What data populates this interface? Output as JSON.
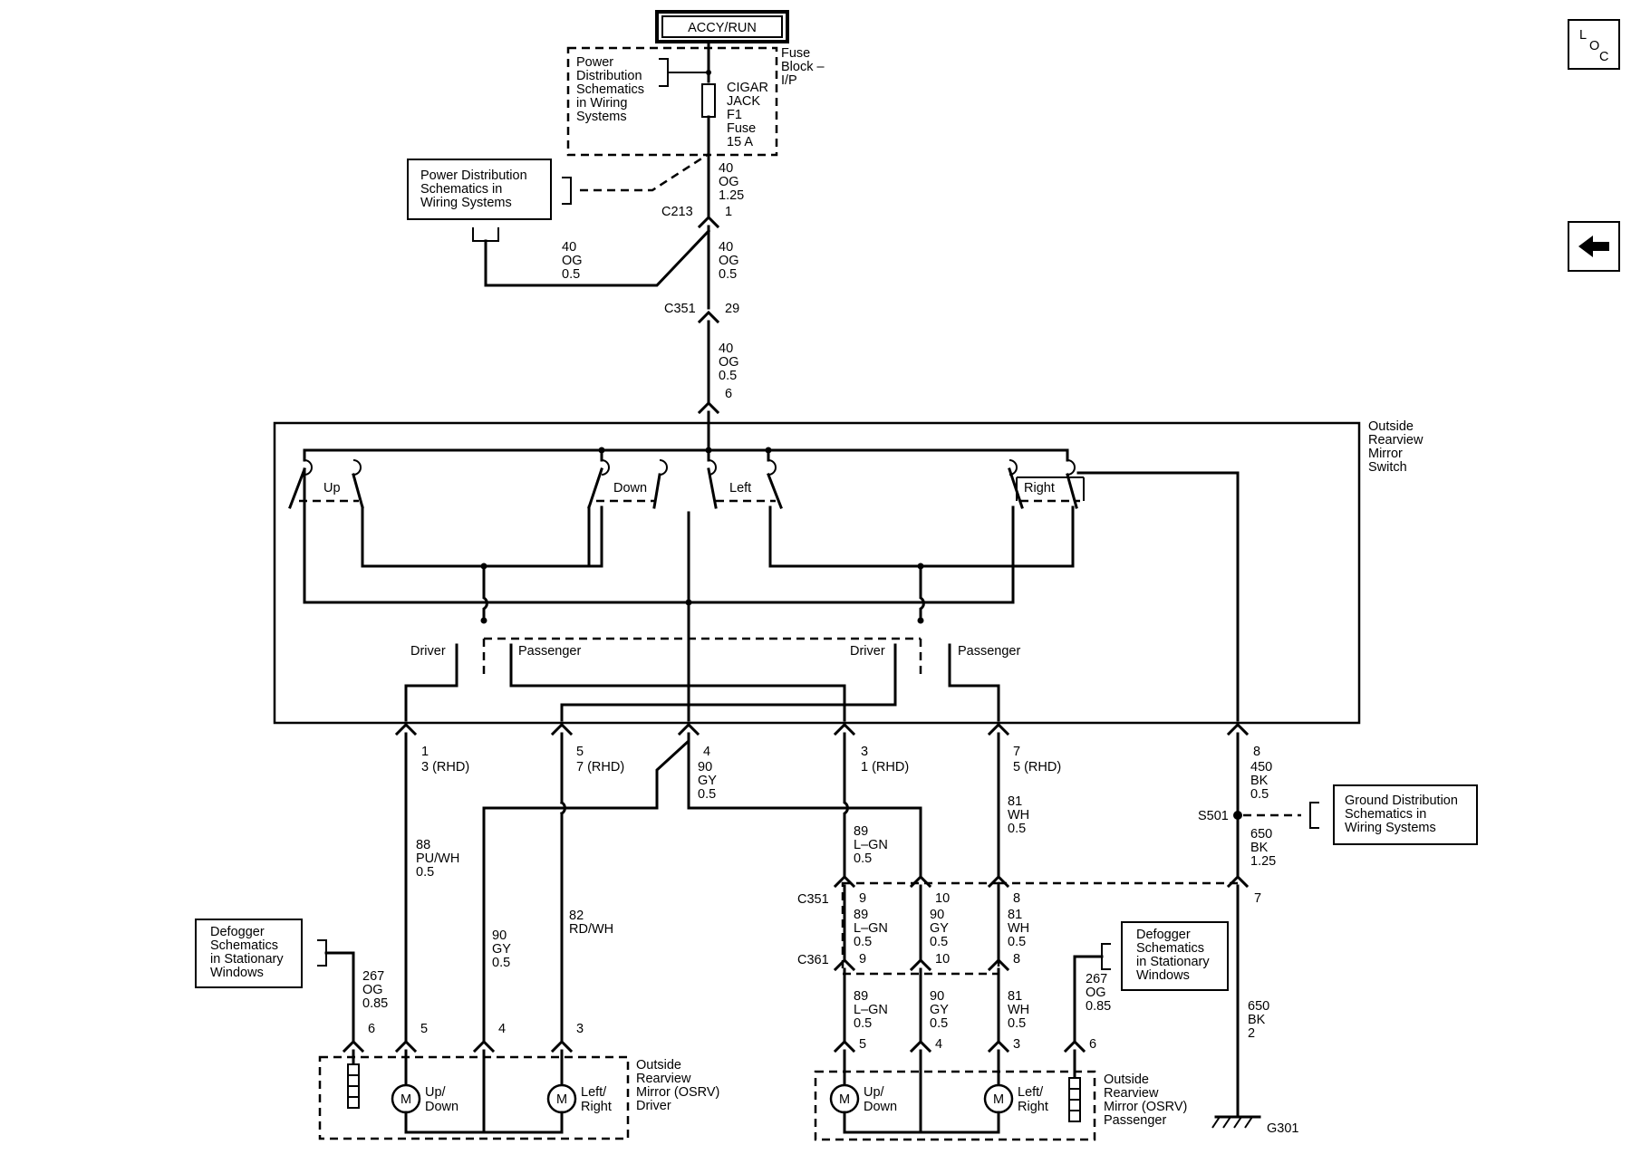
{
  "header": {
    "power_mode": "ACCY/RUN"
  },
  "nav": {
    "loc_letters": [
      "L",
      "O",
      "C"
    ],
    "back_icon": "left-arrow-icon"
  },
  "fuse": {
    "block": [
      "Fuse",
      "Block –",
      "I/P"
    ],
    "label": [
      "CIGAR",
      "JACK",
      "F1",
      "Fuse",
      "15 A"
    ],
    "ref": [
      "Power",
      "Distribution",
      "Schematics",
      "in Wiring",
      "Systems"
    ]
  },
  "refs": {
    "power": [
      "Power Distribution",
      "Schematics in",
      "Wiring Systems"
    ],
    "ground": [
      "Ground Distribution",
      "Schematics in",
      "Wiring Systems"
    ],
    "defogger_left": [
      "Defogger",
      "Schematics",
      "in Stationary",
      "Windows"
    ],
    "defogger_right": [
      "Defogger",
      "Schematics",
      "in Stationary",
      "Windows"
    ]
  },
  "wires": {
    "feed1": [
      "40",
      "OG",
      "1.25"
    ],
    "c213": "C213",
    "c213_pin": "1",
    "branch": [
      "40",
      "OG",
      "0.5"
    ],
    "feed2": [
      "40",
      "OG",
      "0.5"
    ],
    "c351": "C351",
    "c351_pin": "29",
    "feed3": [
      "40",
      "OG",
      "0.5"
    ],
    "switch_pin": "6"
  },
  "switch": {
    "name": [
      "Outside",
      "Rearview",
      "Mirror",
      "Switch"
    ],
    "up": "Up",
    "down": "Down",
    "left": "Left",
    "right": "Right",
    "driver_1": "Driver",
    "passenger_1": "Passenger",
    "driver_2": "Driver",
    "passenger_2": "Passenger"
  },
  "pins": {
    "p1": [
      "1",
      "3 (RHD)"
    ],
    "p5": [
      "5",
      "7 (RHD)"
    ],
    "p4": [
      "4"
    ],
    "p3": [
      "3",
      "1 (RHD)"
    ],
    "p7": [
      "7",
      "5 (RHD)"
    ],
    "p8": [
      "8"
    ]
  },
  "circuits": {
    "gy_sw": [
      "90",
      "GY",
      "0.5"
    ],
    "bk_sw": [
      "450",
      "BK",
      "0.5"
    ],
    "pu_wh": [
      "88",
      "PU/WH",
      "0.5"
    ],
    "gy_drv": [
      "90",
      "GY",
      "0.5"
    ],
    "rd_wh": [
      "82",
      "RD/WH"
    ],
    "lgn_top": [
      "89",
      "L–GN",
      "0.5"
    ],
    "wh_top": [
      "81",
      "WH",
      "0.5"
    ],
    "s501": "S501",
    "bk_125": [
      "650",
      "BK",
      "1.25"
    ],
    "c351b": "C351",
    "c361": "C361",
    "c351b_pins": [
      "9",
      "10",
      "8",
      "7"
    ],
    "c361_pins": [
      "9",
      "10",
      "8"
    ],
    "lgn_mid": [
      "89",
      "L–GN",
      "0.5"
    ],
    "gy_mid": [
      "90",
      "GY",
      "0.5"
    ],
    "wh_mid": [
      "81",
      "WH",
      "0.5"
    ],
    "lgn_bot": [
      "89",
      "L–GN",
      "0.5"
    ],
    "gy_bot": [
      "90",
      "GY",
      "0.5"
    ],
    "wh_bot": [
      "81",
      "WH",
      "0.5"
    ],
    "bk_2": [
      "650",
      "BK",
      "2"
    ],
    "og_left": [
      "267",
      "OG",
      "0.85"
    ],
    "og_right": [
      "267",
      "OG",
      "0.85"
    ]
  },
  "driver_mirror": {
    "name": [
      "Outside",
      "Rearview",
      "Mirror (OSRV)",
      "Driver"
    ],
    "pins": [
      "6",
      "5",
      "4",
      "3"
    ],
    "motor": "M",
    "updown": [
      "Up/",
      "Down"
    ],
    "leftright": [
      "Left/",
      "Right"
    ]
  },
  "pass_mirror": {
    "name": [
      "Outside",
      "Rearview",
      "Mirror (OSRV)",
      "Passenger"
    ],
    "pins": [
      "5",
      "4",
      "3",
      "6"
    ],
    "motor": "M",
    "updown": [
      "Up/",
      "Down"
    ],
    "leftright": [
      "Left/",
      "Right"
    ]
  },
  "ground": {
    "name": "G301"
  }
}
